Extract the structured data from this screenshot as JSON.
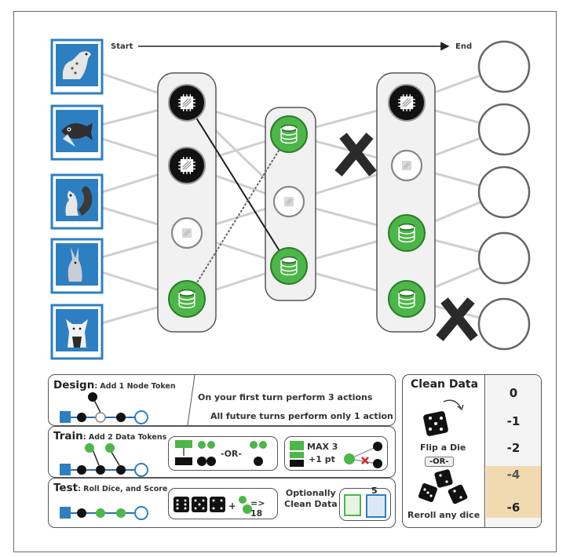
{
  "board": {
    "start_label": "Start",
    "end_label": "End",
    "animals": [
      "dog-photo",
      "fish-photo",
      "squirrel-photo",
      "rabbit-photo",
      "husky-photo"
    ],
    "layer1": [
      "processor",
      "processor",
      "empty",
      "data"
    ],
    "layer2": [
      "data",
      "empty",
      "data"
    ],
    "layer3": [
      "processor",
      "empty",
      "data",
      "data"
    ],
    "outputs": 5
  },
  "design": {
    "title": "Design",
    "subtitle": ": Add 1 Node Token",
    "note1": "On your first turn perform 3 actions",
    "note2": "All future turns perform only 1 action"
  },
  "train": {
    "title": "Train",
    "subtitle": ": Add 2 Data Tokens",
    "or_label": "-OR-",
    "max_label": "MAX 3",
    "pt_label": "+1 pt"
  },
  "test": {
    "title": "Test",
    "subtitle": ": Roll Dice, and Score",
    "formula": "=> 18",
    "optional_line1": "Optionally",
    "optional_line2": "Clean Data",
    "badge": "5"
  },
  "clean_data": {
    "title": "Clean Data",
    "flip_label": "Flip a Die",
    "or_label": "-OR-",
    "reroll_label": "Reroll any dice",
    "scores": [
      "0",
      "-1",
      "-2",
      "-4",
      "-6"
    ],
    "highlight_index": 3,
    "colors": {
      "highlight": "#f2dab0",
      "score_bg": "#f4f4f4"
    }
  },
  "colors": {
    "green": "#4cb648",
    "node_dark": "#111111",
    "photo_blue": "#2d7fc2",
    "line_gray": "#cfcfcf"
  }
}
